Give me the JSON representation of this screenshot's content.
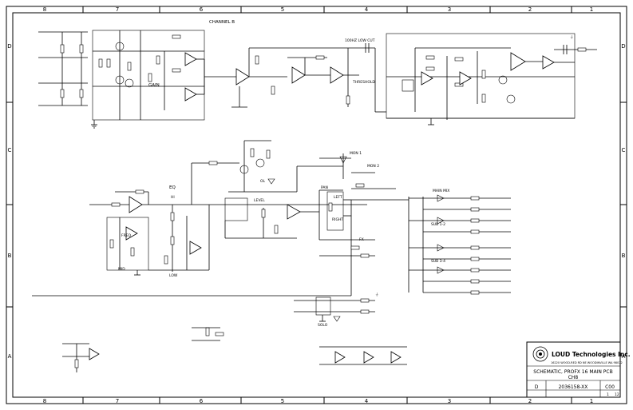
{
  "frame": {
    "columns": [
      "8",
      "7",
      "6",
      "5",
      "4",
      "3",
      "2",
      "1"
    ],
    "rows": [
      "D",
      "C",
      "B",
      "A"
    ]
  },
  "sections": {
    "channel": "CHANNEL B",
    "low_cut": "100HZ LOW CUT",
    "threshold": "THRESHOLD",
    "gain": "GAIN",
    "eq": "EQ",
    "hi": "HI",
    "mid": "MID",
    "low": "LOW",
    "freq": "FREQ",
    "level": "LEVEL",
    "ol": "OL",
    "mon1": "MON 1",
    "mon2": "MON 2",
    "pan": "PAN",
    "left": "LEFT",
    "right": "RIGHT",
    "fx": "FX",
    "main_mix": "MAIN MIX",
    "sub12": "SUB 1-2",
    "sub34": "SUB 3-4",
    "solo": "SOLO"
  },
  "title_block": {
    "company": "LOUD Technologies Inc.",
    "address": "16220 WOOD-RED RD NE WOODINVILLE WA 98072",
    "title": "SCHEMATIC, PROFX 16 MAIN PCB",
    "subtitle": "CH8",
    "size": "D",
    "doc_number": "2036158-XX",
    "rev": "C00",
    "sheet": "1",
    "of": "12"
  },
  "icons": {
    "logo": "loud-logo-icon",
    "ground": "ground-icon",
    "opamp": "opamp-icon"
  }
}
